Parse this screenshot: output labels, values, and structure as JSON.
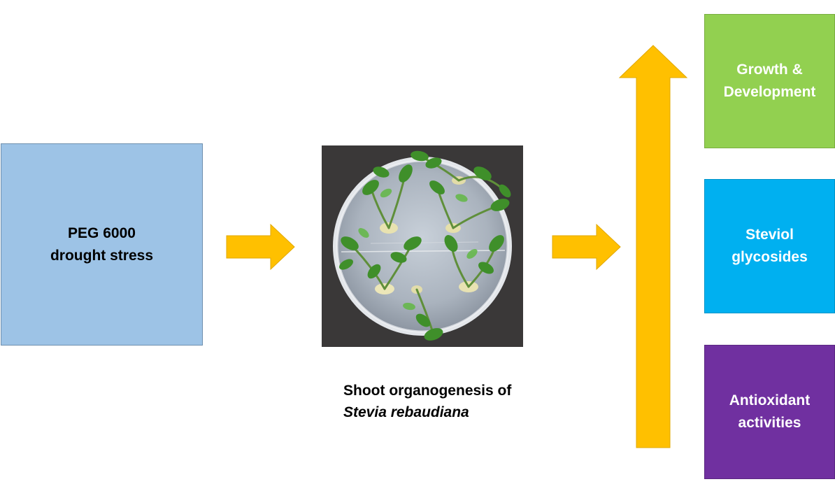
{
  "input_box": {
    "line1": "PEG 6000",
    "line2": "drought stress",
    "color": "#9dc3e6"
  },
  "photo": {
    "subject": "petri dish with stevia shoots"
  },
  "caption": {
    "line1": "Shoot organogenesis of",
    "species": "Stevia rebaudiana"
  },
  "outcomes": [
    {
      "line1": "Growth &",
      "line2": "Development",
      "color": "#92d050"
    },
    {
      "line1": "Steviol",
      "line2": "glycosides",
      "color": "#00b0f0"
    },
    {
      "line1": "Antioxidant",
      "line2": "activities",
      "color": "#7030a0"
    }
  ],
  "arrow_color": "#ffc000",
  "arrows": {
    "increase_direction": "up"
  }
}
